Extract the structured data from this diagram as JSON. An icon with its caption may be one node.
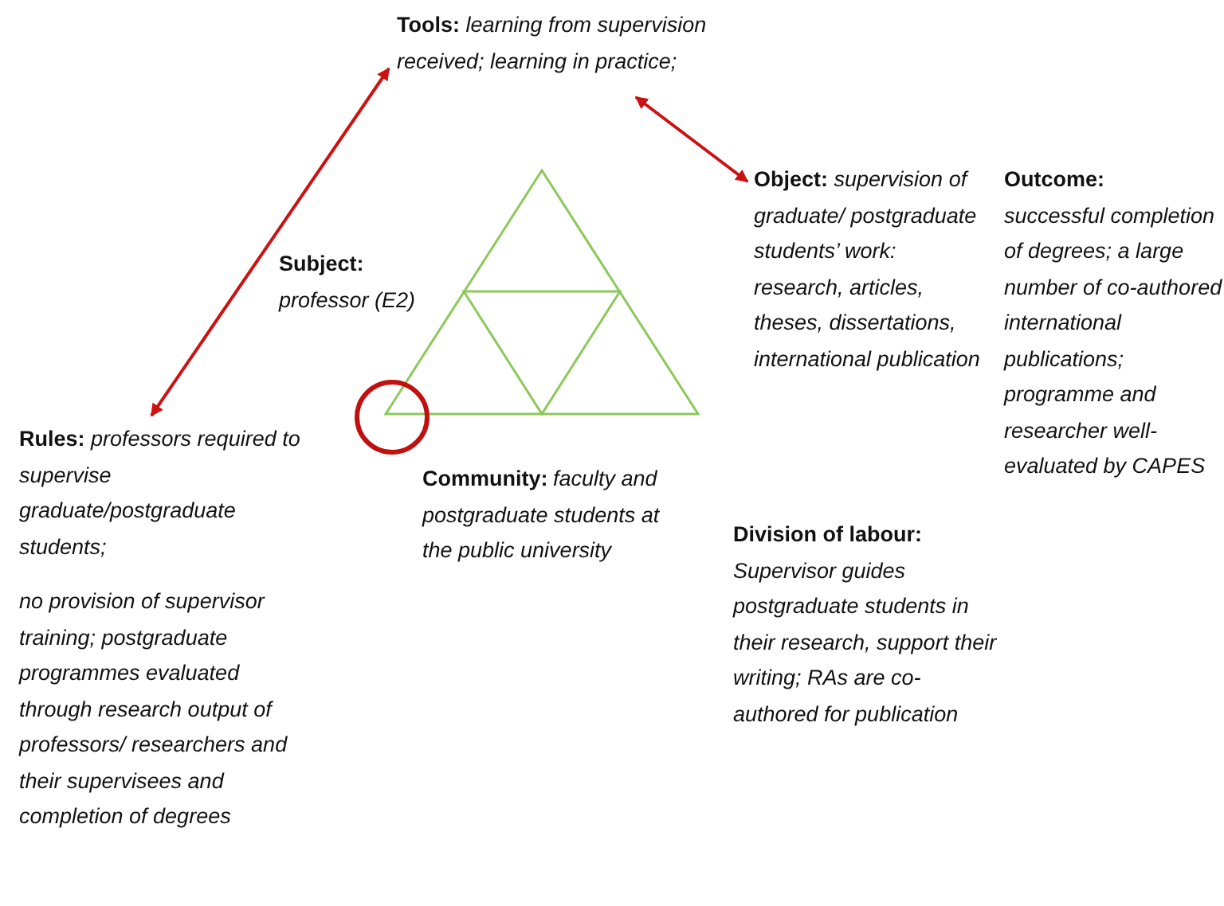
{
  "diagram": {
    "nodes": [
      {
        "text": [
          "Tools:",
          "learning from supervision received; learning in practice;"
        ]
      },
      {
        "text": [
          "Object:",
          "supervision of graduate/ postgraduate students’ work: research, articles, theses, dissertations, international publication"
        ]
      },
      {
        "text": [
          "Rules:",
          "professors required to supervise graduate/postgraduate students;",
          "no provision of supervisor training; postgraduate programmes evaluated through research output of professors/ researchers and their supervisees and completion of degrees"
        ]
      }
    ],
    "edges": [
      {
        "from": 2,
        "to": 0,
        "arrow": "both"
      },
      {
        "from": 0,
        "to": 1,
        "arrow": "both"
      }
    ],
    "labels": [
      "Outcome:",
      "successful completion of degrees; a large number of co-authored international publications; programme and researcher well-evaluated by CAPES",
      "Subject:",
      "professor (E2)",
      "Community:",
      "faculty and postgraduate students at the public university",
      "Division of labour:",
      "Supervisor guides postgraduate students in their research, support their writing; RAs are co-authored for publication"
    ]
  }
}
